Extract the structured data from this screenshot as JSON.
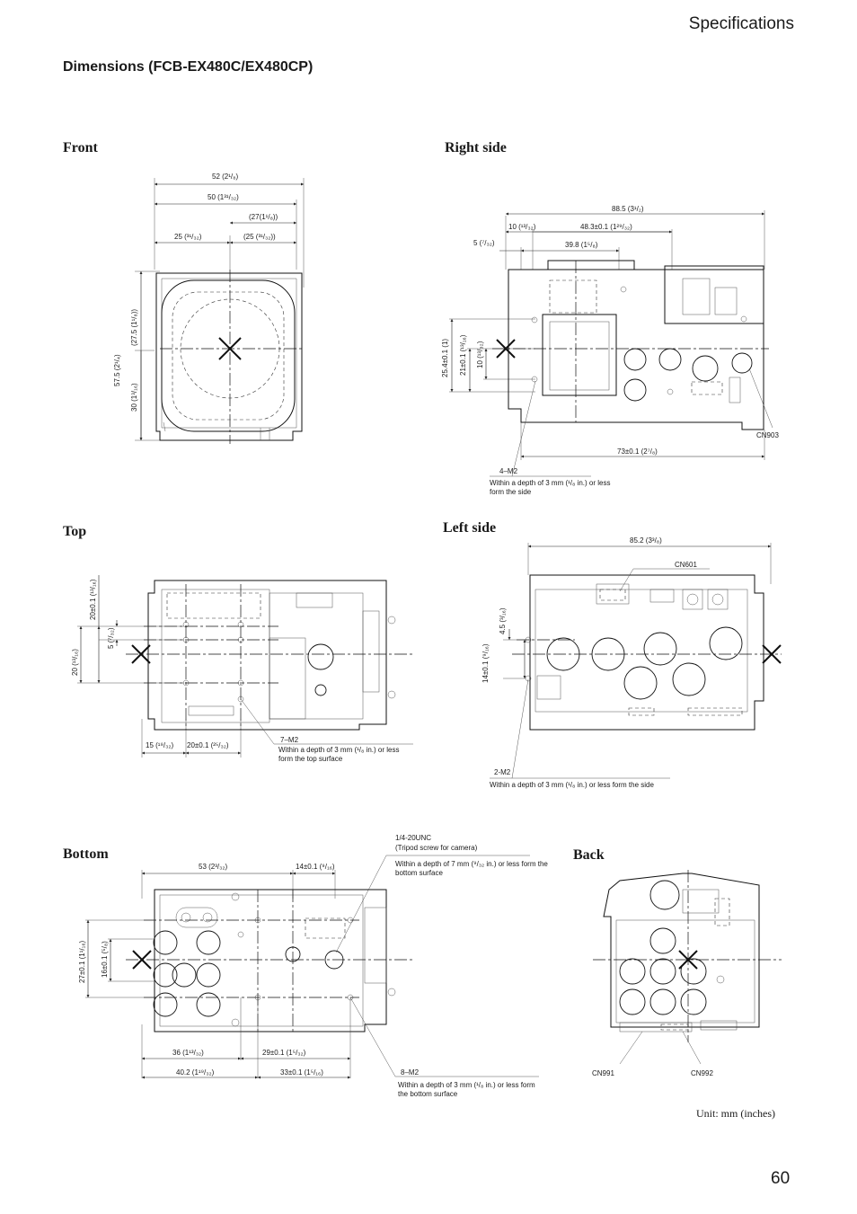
{
  "header": {
    "section": "Specifications",
    "page_number": "60"
  },
  "title": "Dimensions (FCB-EX480C/EX480CP)",
  "views": {
    "front": {
      "label": "Front",
      "dims": {
        "w52": "52 (2¹/₈)",
        "w50": "50 (1³¹/₃₂)",
        "w27": "(27(1¹/₈))",
        "w25a": "25 (³¹/₃₂)",
        "w25b": "(25 (³¹/₃₂))",
        "h57": "57.5 (2¹/₄)",
        "h27": "(27.5 (1¹/₈))",
        "h30": "30 (1³/₁₆)"
      }
    },
    "right": {
      "label": "Right side",
      "dims": {
        "w88": "88.5 (3¹/₂)",
        "w10": "10 (¹³/₃₂)",
        "w48": "48.3±0.1 (1²⁹/₃₂)",
        "w5": "5 (⁷/₃₂)",
        "w39": "39.8 (1⁵/₈)",
        "h25": "25.4±0.1 (1)",
        "h21": "21±0.1 (¹³/₁₆)",
        "h10": "10 (¹³/₃₂)",
        "w73": "73±0.1 (2⁷/₈)",
        "cn903": "CN903",
        "screw": "4–M2",
        "note": "Within a depth of 3 mm (¹/₈ in.) or less form the side"
      }
    },
    "top": {
      "label": "Top",
      "dims": {
        "h20a": "20±0.1 (¹³/₁₆)",
        "h5": "5 (⁷/₃₂)",
        "h20b": "20 (¹³/₁₆)",
        "w15": "15 (¹⁹/₃₂)",
        "w20": "20±0.1 (²⁵/₃₂)",
        "screw": "7–M2",
        "note": "Within a depth of 3 mm (¹/₈ in.) or less form the top surface"
      }
    },
    "left": {
      "label": "Left side",
      "dims": {
        "w85": "85.2 (3³/₈)",
        "cn601": "CN601",
        "h4": "4.5 (³/₁₆)",
        "h14": "14±0.1 (⁹/₁₆)",
        "screw": "2-M2",
        "note": "Within a depth of 3 mm (¹/₈ in.) or less form the side"
      }
    },
    "bottom": {
      "label": "Bottom",
      "dims": {
        "tripod": "1/4-20UNC",
        "tripod_sub": "(Tripod screw for camera)",
        "tripod_note": "Within a depth of 7 mm (⁹/₃₂ in.) or less form the bottom surface",
        "w53": "53 (2³/₃₂)",
        "w14": "14±0.1 (⁹/₁₆)",
        "h27": "27±0.1 (1¹/₁₆)",
        "h16": "16±0.1 (⁵/₈)",
        "w36": "36 (1¹³/₃₂)",
        "w29": "29±0.1 (1⁵/₃₂)",
        "w40": "40.2 (1¹⁹/₃₂)",
        "w33": "33±0.1 (1⁵/₁₆)",
        "screw": "8–M2",
        "note": "Within a depth of 3 mm (¹/₈ in.) or less form the bottom surface"
      }
    },
    "back": {
      "label": "Back",
      "cn991": "CN991",
      "cn992": "CN992"
    }
  },
  "unit_note": "Unit: mm (inches)"
}
